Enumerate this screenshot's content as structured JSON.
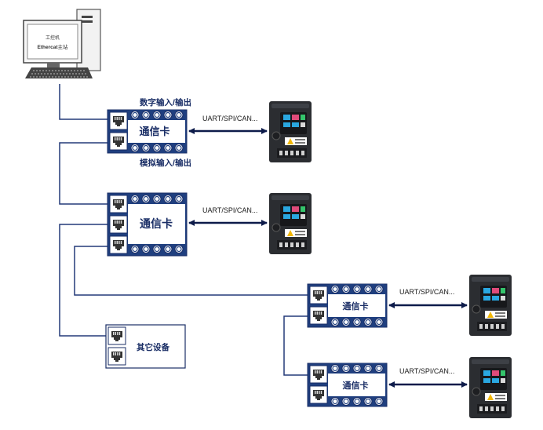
{
  "pc": {
    "line1": "工控机",
    "line2_prefix": "Ethercat",
    "line2_suffix": "主站"
  },
  "cards": [
    {
      "label": "通信卡",
      "top_label": "数字输入/输出",
      "bottom_label": "模拟输入/输出",
      "link_label": "UART/SPI/CAN..."
    },
    {
      "label": "通信卡",
      "link_label": "UART/SPI/CAN..."
    },
    {
      "label": "通信卡",
      "link_label": "UART/SPI/CAN..."
    },
    {
      "label": "通信卡",
      "link_label": "UART/SPI/CAN..."
    }
  ],
  "other_device": {
    "label": "其它设备"
  },
  "colors": {
    "card_fill": "#1f3f7f",
    "card_border": "#1a2e66",
    "wire": "#243a78",
    "arrow": "#0d1b4a"
  },
  "icons": [
    "computer-icon",
    "rj45-port-icon",
    "terminal-block-icon",
    "inverter-drive-icon",
    "double-arrow-icon"
  ]
}
